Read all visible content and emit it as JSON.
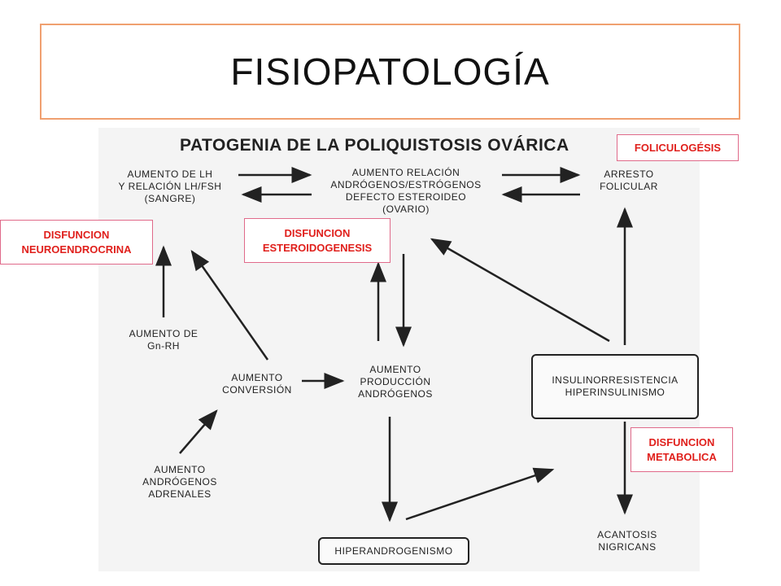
{
  "slide": {
    "title": "FISIOPATOLOGÍA"
  },
  "diagram": {
    "heading": "PATOGENIA DE LA POLIQUISTOSIS OVÁRICA",
    "nodes": {
      "lh": [
        "AUMENTO DE LH",
        "Y RELACIÓN LH/FSH",
        "(SANGRE)"
      ],
      "ratio": [
        "AUMENTO RELACIÓN",
        "ANDRÓGENOS/ESTRÓGENOS",
        "DEFECTO ESTEROIDEO",
        "(OVARIO)"
      ],
      "arrest": [
        "ARRESTO",
        "FOLICULAR"
      ],
      "gnrh": [
        "AUMENTO DE",
        "Gn-RH"
      ],
      "conversion": [
        "AUMENTO",
        "CONVERSIÓN"
      ],
      "production": [
        "AUMENTO",
        "PRODUCCIÓN",
        "ANDRÓGENOS"
      ],
      "insulin": [
        "INSULINORRESISTENCIA",
        "HIPERINSULINISMO"
      ],
      "adrenal": [
        "AUMENTO",
        "ANDRÓGENOS",
        "ADRENALES"
      ],
      "hyperandro": "HIPERANDROGENISMO",
      "acanthosis": [
        "ACANTOSIS",
        "NIGRICANS"
      ]
    }
  },
  "labels": {
    "foliculogenesis": "FOLICULOGÉSIS",
    "neuro": [
      "DISFUNCION",
      "NEUROENDROCRINA"
    ],
    "steroid": [
      "DISFUNCION",
      "ESTEROIDOGENESIS"
    ],
    "metabolic": [
      "DISFUNCION",
      "METABOLICA"
    ]
  },
  "colors": {
    "label_text": "#e0201c",
    "label_border": "#e06a8a",
    "title_border": "#f0a070"
  }
}
